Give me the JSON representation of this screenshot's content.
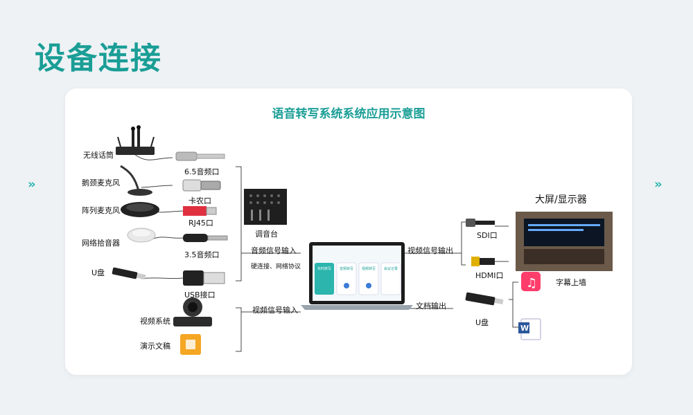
{
  "page": {
    "title": "设备连接"
  },
  "nav": {
    "prev": "»",
    "next": "»"
  },
  "diagram": {
    "title": "语音转写系统系统应用示意图",
    "inputs": {
      "wireless_mic": "无线话筒",
      "gooseneck_mic": "鹅颈麦克风",
      "array_mic": "阵列麦克风",
      "network_pickup": "网络拾音器",
      "usb_disk": "U盘",
      "video_system": "视频系统",
      "presentation": "演示文稿"
    },
    "ports": {
      "jack_65": "6.5音频口",
      "xlr": "卡农口",
      "rj45": "RJ45口",
      "jack_35": "3.5音频口",
      "usb": "USB接口"
    },
    "mixer": "调音台",
    "audio_in": "音频信号输入",
    "audio_in_note": "硬连接、网络协议",
    "video_in": "视频信号输入",
    "video_out": "视频信号输出",
    "doc_out": "文档输出",
    "sdi": "SDI口",
    "hdmi": "HDMI口",
    "display": "大屏/显示器",
    "subtitle_wall": "字幕上墙",
    "out_usb": "U盘",
    "screen": {
      "cards": [
        "实时转写",
        "音频转写",
        "视频转写",
        "会议记录"
      ]
    }
  }
}
